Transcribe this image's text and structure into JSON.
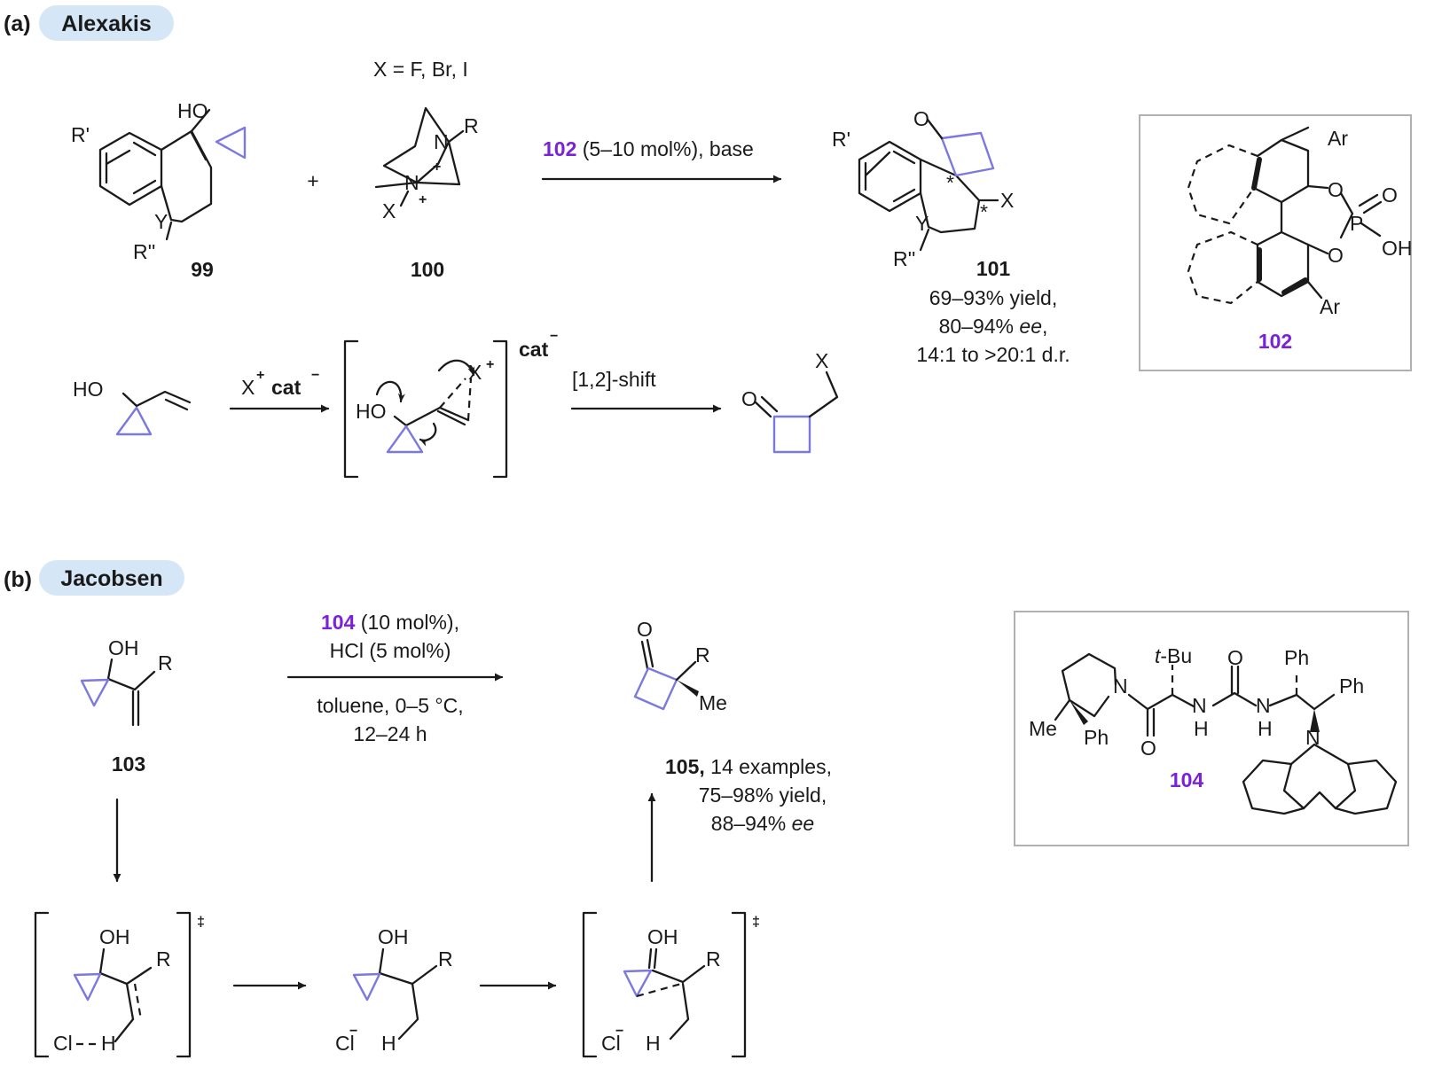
{
  "panel_a": {
    "letter": "(a)",
    "author": "Alexakis",
    "reagent_definition": "X = F,  Br,  I",
    "label_99": "99",
    "label_100": "100",
    "label_101": "101",
    "label_102": "102",
    "plus": "+",
    "conditions_catalyst": "102",
    "conditions_rest": " (5–10 mol%), base",
    "yield": "69–93% yield,",
    "ee_value": "80–94% ",
    "ee_unit": "ee",
    "dr": "14:1 to >20:1 d.r.",
    "mechanism_reagent": "X",
    "mechanism_cat": "cat",
    "shift_label": "[1,2]-shift",
    "atoms": {
      "HO": "HO",
      "R_prime": "R'",
      "R_dprime": "R''",
      "Y": "Y",
      "N": "N",
      "R": "R",
      "X": "X",
      "O": "O",
      "P": "P",
      "OH": "OH",
      "Ar": "Ar",
      "star": "*",
      "plus": "+",
      "minus": "−"
    }
  },
  "panel_b": {
    "letter": "(b)",
    "author": "Jacobsen",
    "label_103": "103",
    "label_104": "104",
    "conditions_catalyst": "104",
    "conditions_line1_rest": " (10 mol%),",
    "conditions_line2": "HCl (5 mol%)",
    "conditions_line3": "toluene, 0–5 °C,",
    "conditions_line4": "12–24 h",
    "product_label": "105,",
    "product_examples": " 14 examples,",
    "yield": "75–98% yield,",
    "ee_value": "88–94% ",
    "ee_unit": "ee",
    "ts_symbol": "‡",
    "atoms": {
      "OH": "OH",
      "R": "R",
      "O": "O",
      "Me": "Me",
      "Cl": "Cl",
      "H": "H",
      "N": "N",
      "tBu_italic": "t",
      "tBu_rest": "-Bu",
      "Ph": "Ph"
    }
  },
  "colors": {
    "label_accent": "#7a22d8",
    "ring_highlight": "#7b78e0",
    "pill_background": "#d5e7f7"
  }
}
